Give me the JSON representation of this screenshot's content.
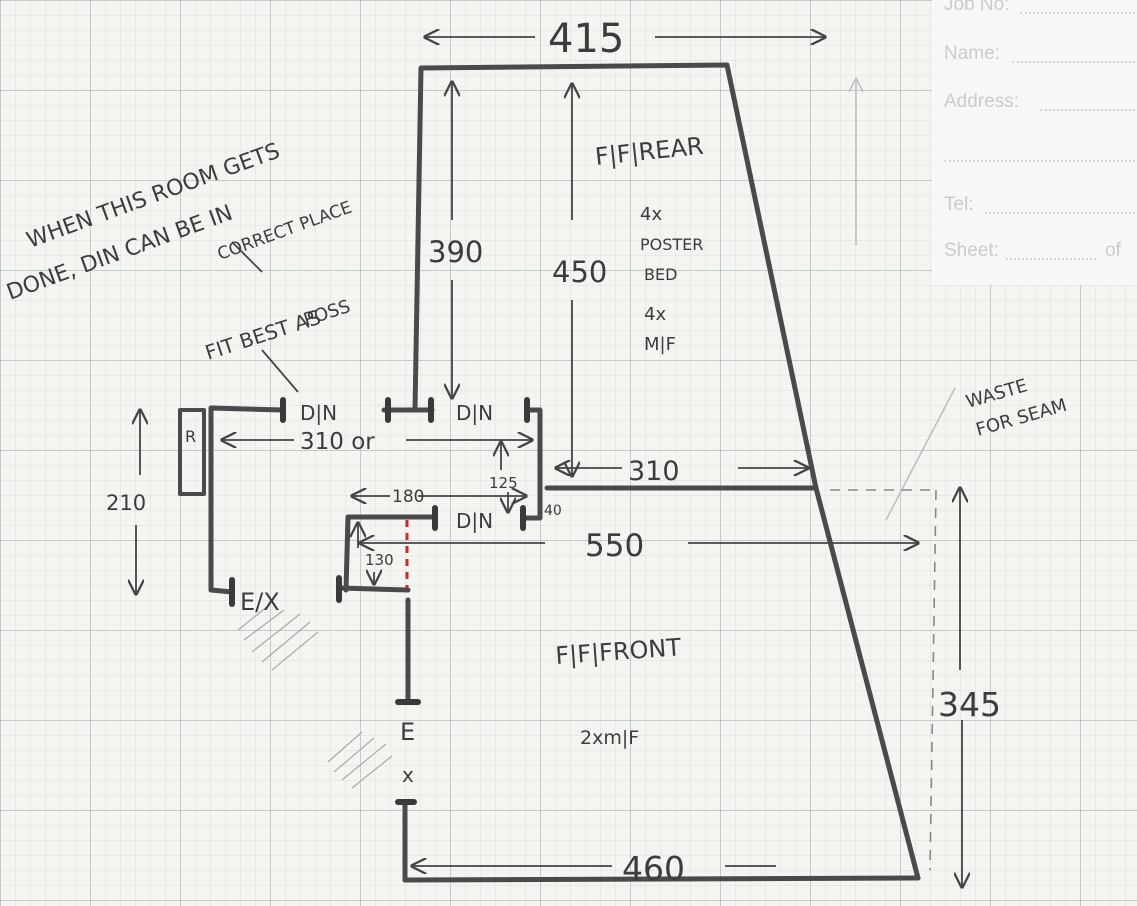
{
  "form": {
    "job_no_label": "Job No:",
    "name_label": "Name:",
    "address_label": "Address:",
    "tel_label": "Tel:",
    "sheet_label": "Sheet:",
    "of_label": "of"
  },
  "notes": {
    "line1": "WHEN THIS ROOM GETS",
    "line2": "DONE, DIN CAN BE IN",
    "line3": "CORRECT PLACE",
    "fit1": "FIT BEST AS",
    "fit2": "POSS",
    "waste1": "WASTE",
    "waste2": "FOR SEAM"
  },
  "rooms": {
    "rear": "F|F|REAR",
    "rear_item1a": "4x",
    "rear_item1b": "POSTER",
    "rear_item1c": "BED",
    "rear_item2a": "4x",
    "rear_item2b": "M|F",
    "front": "F|F|FRONT",
    "front_item": "2xm|F"
  },
  "dimensions": {
    "top_width": "415",
    "left_height": "390",
    "rear_height": "450",
    "mid_width": "310",
    "landing_width": "310 or",
    "landing_depth": "125",
    "landing_offset": "180",
    "small_gap": "40",
    "front_width": "550",
    "step": "130",
    "cupboard_height": "210",
    "front_height": "345",
    "bottom_width": "460"
  },
  "door_labels": {
    "din1": "D|N",
    "din2": "D|N",
    "din3": "D|N",
    "ex_top": "E/X",
    "ex_front_e": "E",
    "ex_front_x": "x",
    "cupboard": "R"
  }
}
